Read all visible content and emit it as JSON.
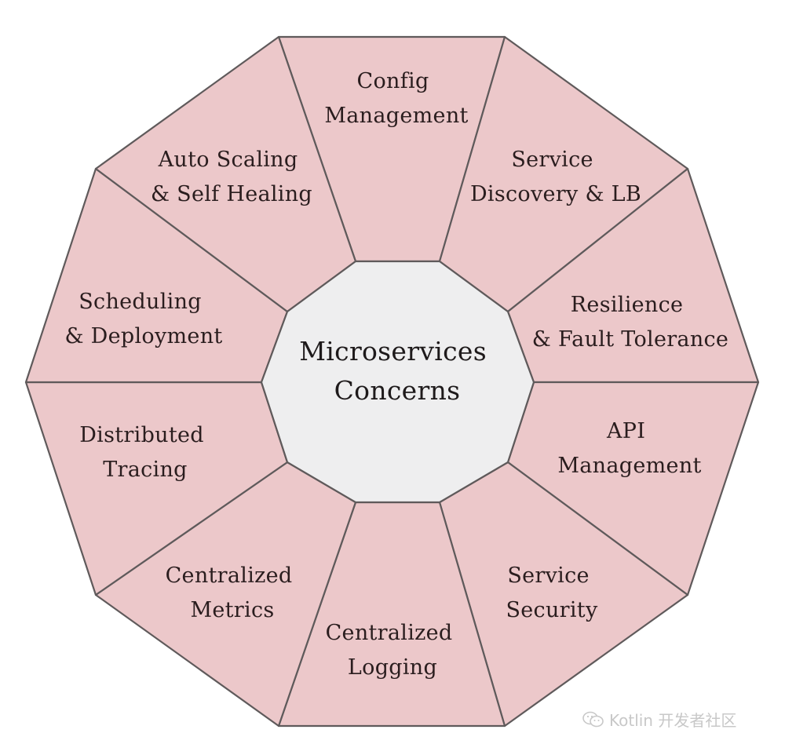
{
  "diagram": {
    "title": "Microservices Concerns",
    "center": {
      "lines": [
        "Microservices",
        "Concerns"
      ],
      "fill": "#eeeeef",
      "text_color": "#1e1a1b"
    },
    "segment_fill": "#ecc8ca",
    "outline_color": "#5f5a5b",
    "label_color": "#2a1d1e",
    "segments": [
      {
        "id": "config-management",
        "lines": [
          "Config",
          "Management"
        ]
      },
      {
        "id": "service-discovery-lb",
        "lines": [
          "Service",
          "Discovery & LB"
        ]
      },
      {
        "id": "resilience-fault-tolerance",
        "lines": [
          "Resilience",
          "& Fault Tolerance"
        ]
      },
      {
        "id": "api-management",
        "lines": [
          "API",
          "Management"
        ]
      },
      {
        "id": "service-security",
        "lines": [
          "Service",
          "Security"
        ]
      },
      {
        "id": "centralized-logging",
        "lines": [
          "Centralized",
          "Logging"
        ]
      },
      {
        "id": "centralized-metrics",
        "lines": [
          "Centralized",
          "Metrics"
        ]
      },
      {
        "id": "distributed-tracing",
        "lines": [
          "Distributed",
          "Tracing"
        ]
      },
      {
        "id": "scheduling-deployment",
        "lines": [
          "Scheduling",
          "& Deployment"
        ]
      },
      {
        "id": "auto-scaling-self-healing",
        "lines": [
          "Auto Scaling",
          "& Self Healing"
        ]
      }
    ]
  },
  "watermark": {
    "icon": "wechat-icon",
    "text": "Kotlin 开发者社区"
  }
}
